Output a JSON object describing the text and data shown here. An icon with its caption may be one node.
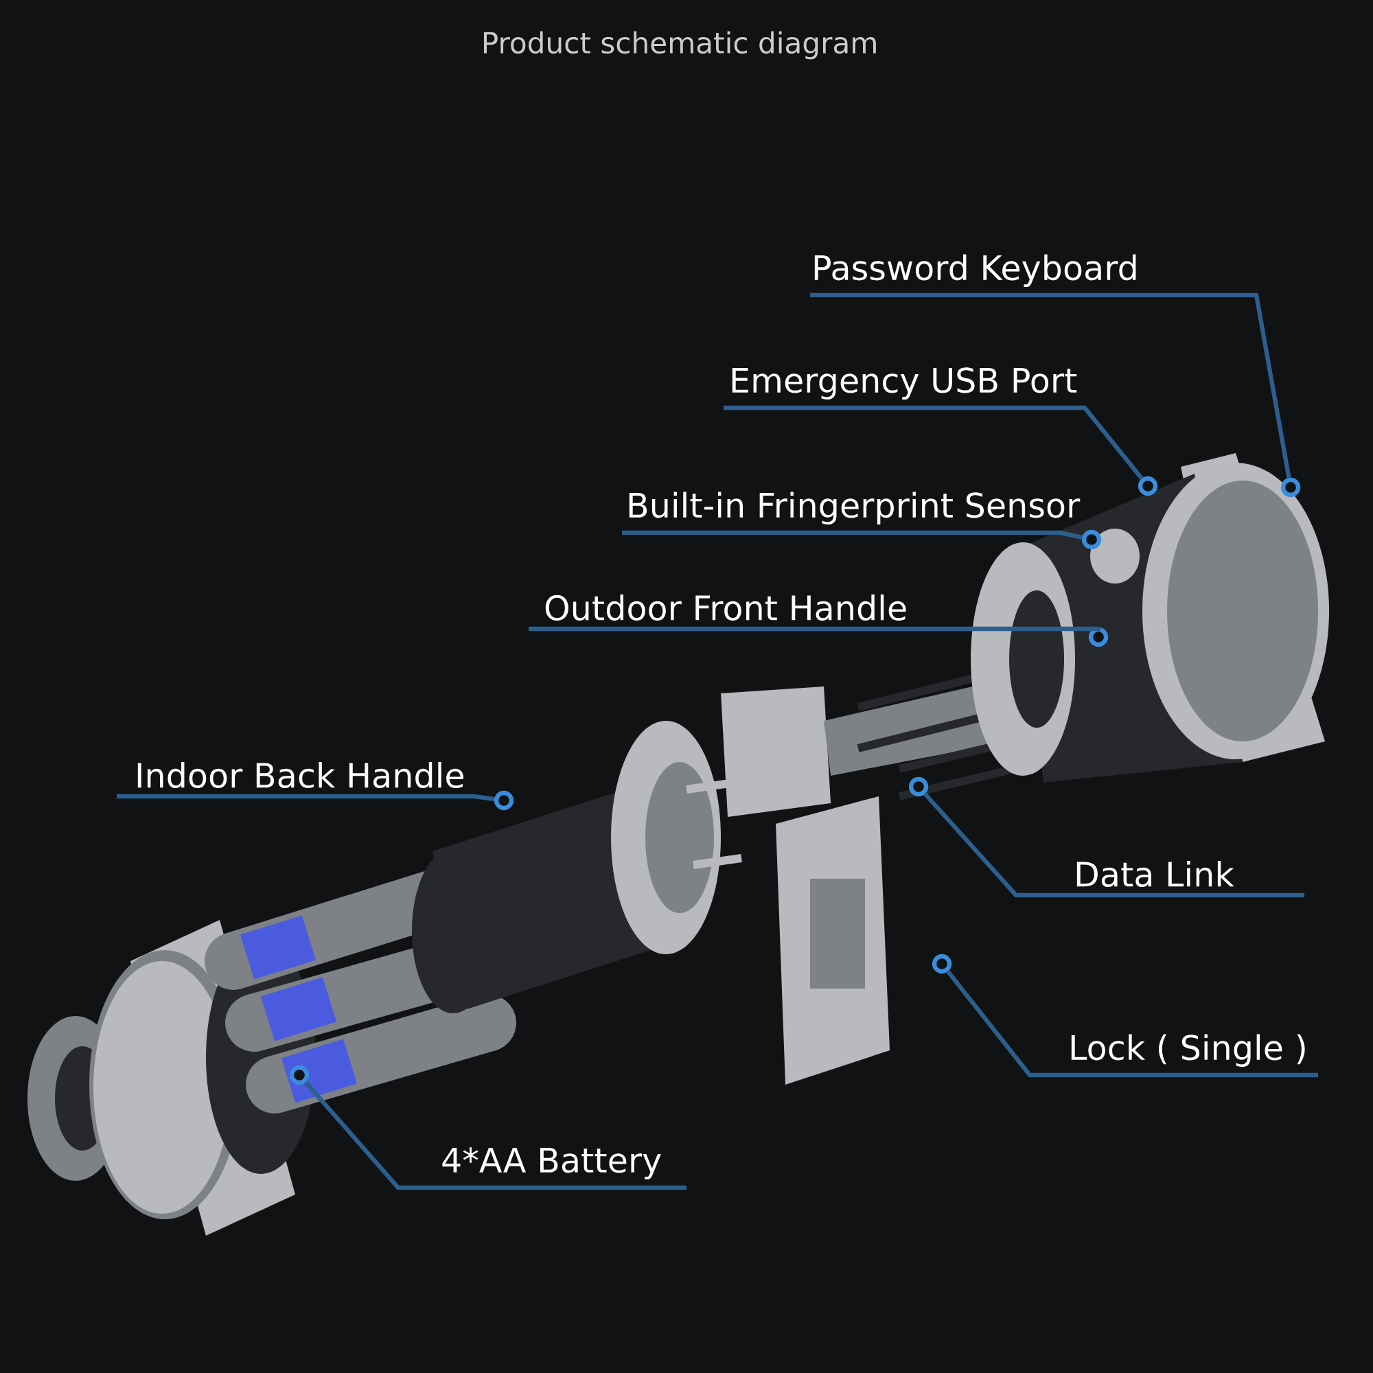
{
  "diagram": {
    "title": "Product schematic diagram",
    "nodes": [
      {
        "text": [
          "Password Keyboard"
        ]
      },
      {
        "text": [
          "Emergency USB Port"
        ]
      },
      {
        "text": [
          "Built-in Fringerprint Sensor"
        ]
      },
      {
        "text": [
          "Outdoor Front Handle"
        ]
      },
      {
        "text": [
          "Indoor Back Handle"
        ]
      },
      {
        "text": [
          "4*AA Battery"
        ]
      },
      {
        "text": [
          "Data Link"
        ]
      },
      {
        "text": [
          "Lock ( Single )"
        ]
      },
      {
        "text": [],
        "shape": "circle"
      },
      {
        "text": [],
        "shape": "circle"
      },
      {
        "text": [],
        "shape": "circle"
      },
      {
        "text": [],
        "shape": "circle"
      },
      {
        "text": [],
        "shape": "circle"
      },
      {
        "text": [],
        "shape": "circle"
      },
      {
        "text": [],
        "shape": "circle"
      },
      {
        "text": [],
        "shape": "circle"
      }
    ],
    "edges": [
      {
        "from": 0,
        "to": 8,
        "arrow": "none"
      },
      {
        "from": 1,
        "to": 9,
        "arrow": "none"
      },
      {
        "from": 2,
        "to": 10,
        "arrow": "none"
      },
      {
        "from": 3,
        "to": 11,
        "arrow": "none"
      },
      {
        "from": 4,
        "to": 12,
        "arrow": "none"
      },
      {
        "from": 5,
        "to": 13,
        "arrow": "none"
      },
      {
        "from": 6,
        "to": 14,
        "arrow": "none"
      },
      {
        "from": 7,
        "to": 15,
        "arrow": "none"
      }
    ]
  }
}
